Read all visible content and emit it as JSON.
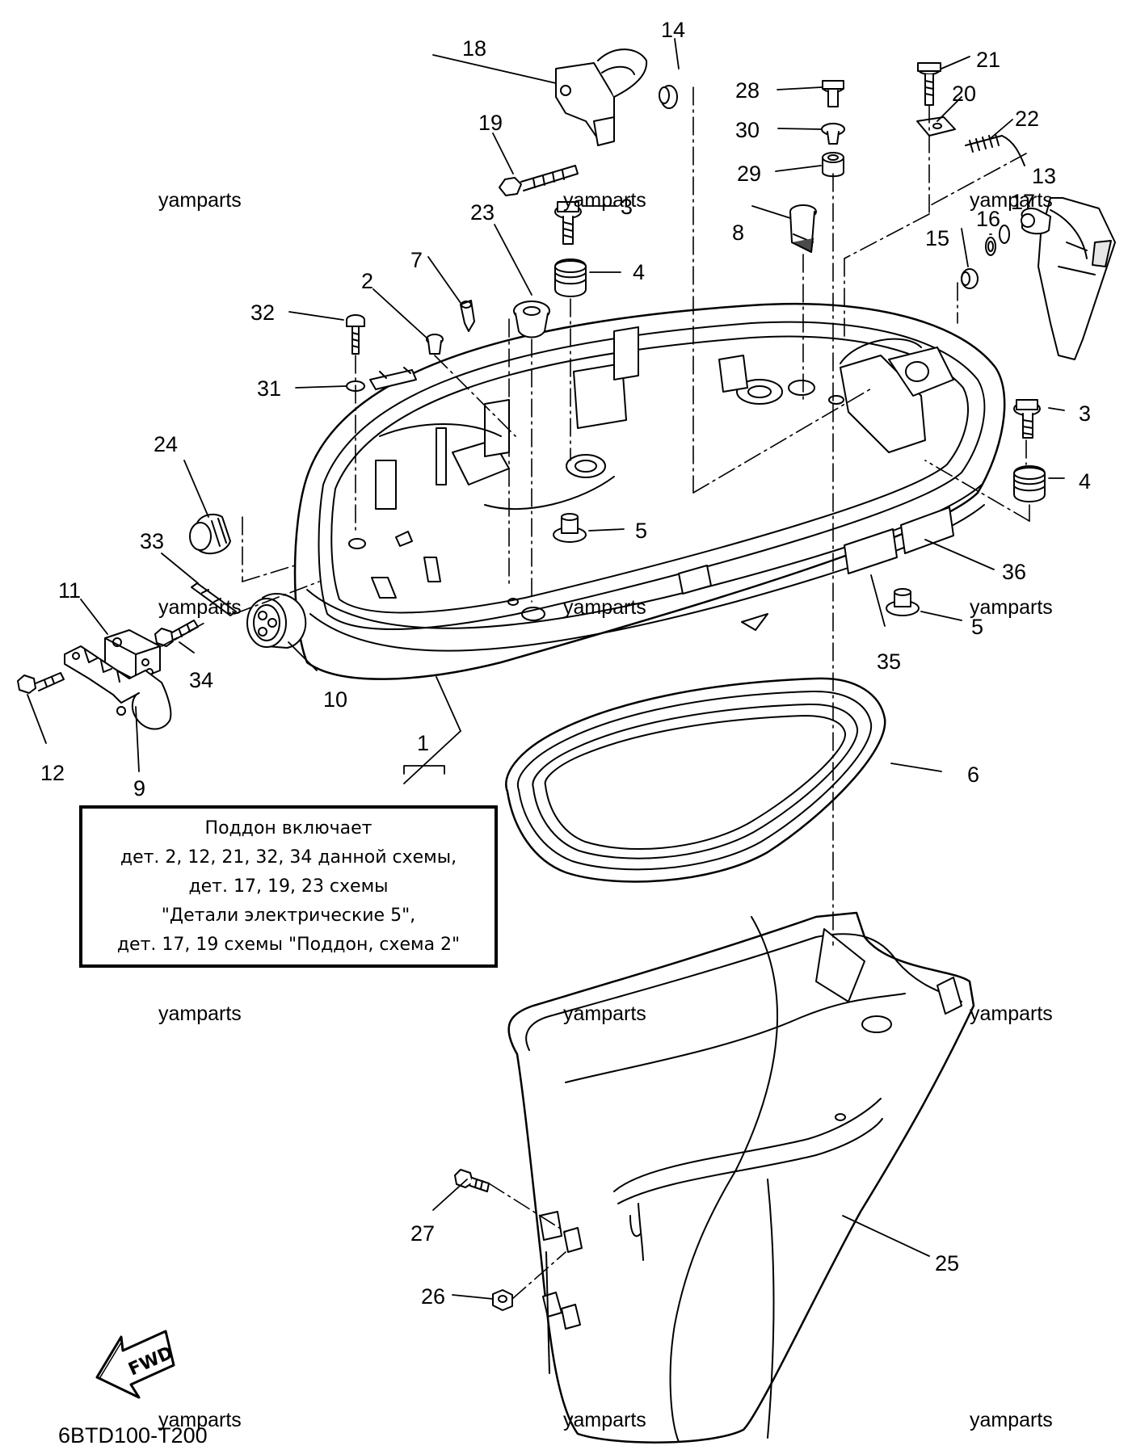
{
  "callouts": [
    "1",
    "2",
    "3",
    "3",
    "4",
    "4",
    "5",
    "5",
    "6",
    "7",
    "8",
    "9",
    "10",
    "11",
    "12",
    "13",
    "14",
    "15",
    "16",
    "17",
    "18",
    "19",
    "20",
    "21",
    "22",
    "23",
    "24",
    "25",
    "26",
    "27",
    "28",
    "29",
    "30",
    "31",
    "32",
    "33",
    "34",
    "35",
    "36"
  ],
  "watermark": "yamparts",
  "note": {
    "lines": [
      "Поддон включает",
      "дет. 2, 12, 21, 32, 34 данной схемы,",
      "дет. 17, 19, 23 схемы",
      "\"Детали электрические 5\",",
      "дет. 17, 19 схемы \"Поддон, схема 2\""
    ]
  },
  "fwd_label": "FWD",
  "figure_code": "6BTD100-T200",
  "colors": {
    "line": "#000000",
    "part_fill": "#ffffff",
    "shade": "#e6e6e6",
    "dark": "#4a4a4a"
  }
}
